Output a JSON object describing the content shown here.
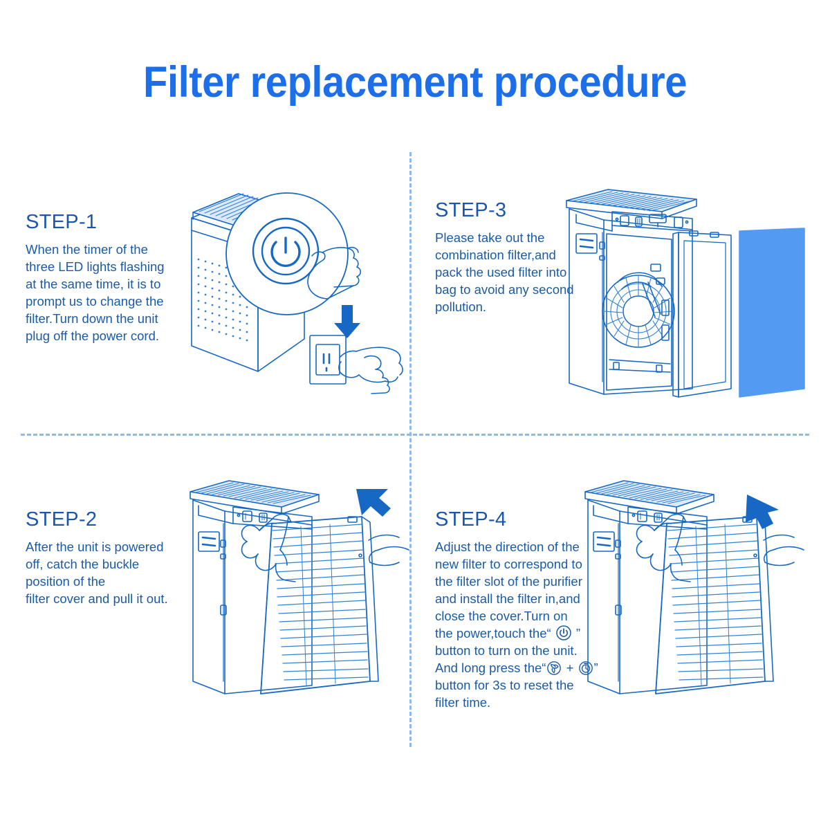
{
  "page": {
    "title": "Filter replacement procedure",
    "title_color": "#1c6fe8",
    "body_color": "#1a5ba8",
    "heading_color": "#1a56b0",
    "line_color": "#1668c4",
    "divider_color": "#8fb9e8",
    "filter_panel_color": "#539bf2",
    "arrow_color": "#1668c4"
  },
  "steps": [
    {
      "heading": "STEP-1",
      "lines": [
        "When the timer of the",
        "three LED lights flashing",
        "at the same time, it is to",
        "prompt us to change the",
        "filter.Turn down the unit",
        "plug off the power cord."
      ],
      "illustration": "air-purifier-power-button-unplug",
      "icons": [
        "power-icon",
        "down-arrow-icon",
        "hand-pressing-icon",
        "hand-unplug-icon",
        "wall-outlet-icon"
      ]
    },
    {
      "heading": "STEP-2",
      "lines": [
        "After the unit is powered",
        "off, catch the buckle",
        "position of the",
        "filter cover and pull it out."
      ],
      "illustration": "air-purifier-remove-front-cover",
      "icons": [
        "diagonal-arrow-down-right-icon",
        "hand-grip-icon"
      ]
    },
    {
      "heading": "STEP-3",
      "lines": [
        "Please take out the",
        "combination filter,and",
        "pack the used filter into",
        "bag to avoid any second",
        "pollution."
      ],
      "illustration": "air-purifier-open-filter-compartment",
      "icons": [
        "fan-impeller-icon",
        "filter-panel-icon"
      ]
    },
    {
      "heading": "STEP-4",
      "lines_rich": [
        {
          "text": "Adjust the direction of the"
        },
        {
          "text": "new filter to correspond to"
        },
        {
          "text": "the filter slot of the purifier"
        },
        {
          "text": "and install the filter in,and"
        },
        {
          "text": "close the cover.Turn on"
        },
        {
          "pre": "the power,touch the“ ",
          "icon": "power-icon",
          "post": "  ”"
        },
        {
          "text": "button to turn on the unit."
        },
        {
          "pre": "And long press the“",
          "icon": "refresh-filter-icon",
          "mid": " + ",
          "icon2": "timer-clock-icon",
          "post": "”"
        },
        {
          "text": "button for 3s to reset the"
        },
        {
          "text": "filter time."
        }
      ],
      "illustration": "air-purifier-install-front-cover",
      "icons": [
        "diagonal-arrow-up-left-icon",
        "hand-grip-icon",
        "power-icon",
        "refresh-filter-icon",
        "timer-clock-icon"
      ]
    }
  ]
}
